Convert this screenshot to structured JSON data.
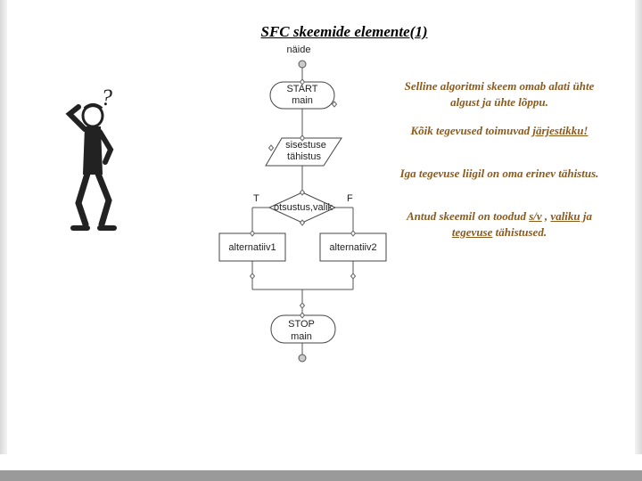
{
  "title": "SFC skeemide elemente(1)",
  "flowchart": {
    "top_label": "näide",
    "start_line1": "START",
    "start_line2": "main",
    "input_line1": "sisestuse",
    "input_line2": "tähistus",
    "decision_label": "otsustus,valik",
    "true_label": "T",
    "false_label": "F",
    "alt1_label": "alternatiiv1",
    "alt2_label": "alternatiiv2",
    "stop_line1": "STOP",
    "stop_line2": "main"
  },
  "notes": {
    "n1": "Selline algoritmi skeem omab alati ühte algust ja ühte lõppu.",
    "n2_prefix": "Kõik tegevused toimuvad ",
    "n2_link": "järjestikku!",
    "n3": "Iga tegevuse liigil on oma erinev tähistus.",
    "n4_prefix": "Antud skeemil on toodud ",
    "n4_link1": "s/v",
    "n4_mid1": " , ",
    "n4_link2": "valiku",
    "n4_mid2": "  ja ",
    "n4_link3": "tegevuse",
    "n4_suffix": " tähistused."
  },
  "clipart": {
    "question_mark": "?"
  },
  "colors": {
    "note_text": "#8b5a1c",
    "line": "#555555"
  }
}
